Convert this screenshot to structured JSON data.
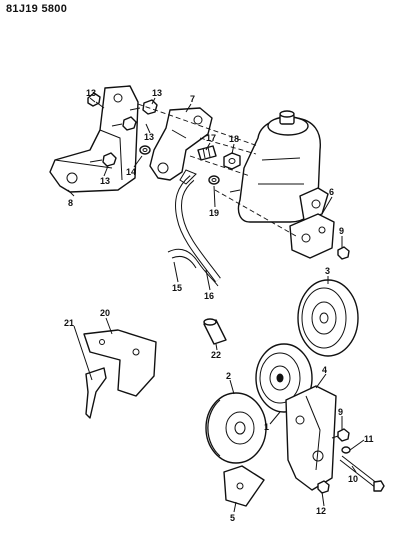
{
  "reference_code": "81J19 5800",
  "callouts": {
    "c1": "1",
    "c2": "2",
    "c3": "3",
    "c4": "4",
    "c5": "5",
    "c6": "6",
    "c7": "7",
    "c8": "8",
    "c9": "9",
    "c10": "10",
    "c11": "11",
    "c12": "12",
    "c13": "13",
    "c14": "14",
    "c15": "15",
    "c16": "16",
    "c17": "17",
    "c18": "18",
    "c19": "19",
    "c20": "20",
    "c21": "21",
    "c22": "22"
  }
}
